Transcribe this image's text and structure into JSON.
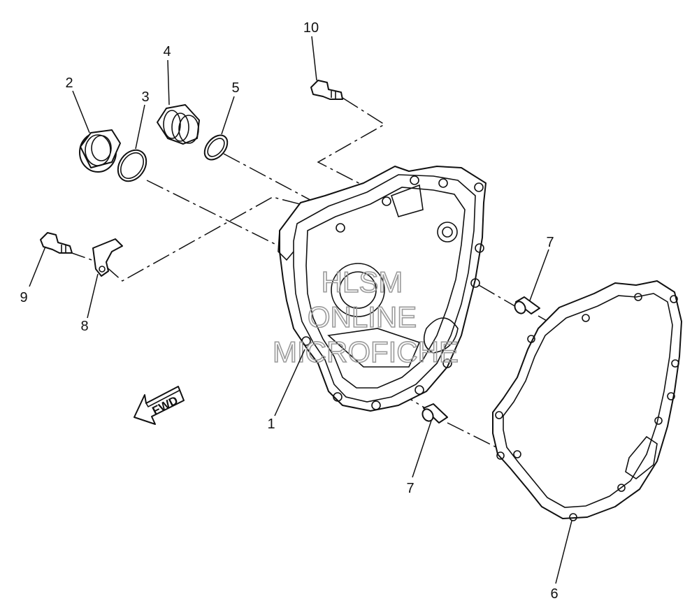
{
  "watermark": {
    "line1": "HLSM",
    "line2": "ONLINE",
    "line3": "MICROFICHE"
  },
  "direction_arrow": {
    "label": "FWD",
    "icon": "fwd-arrow-icon"
  },
  "callouts": {
    "c1": "1",
    "c2": "2",
    "c3": "3",
    "c4": "4",
    "c5": "5",
    "c6": "6",
    "c7a": "7",
    "c7b": "7",
    "c8": "8",
    "c9": "9",
    "c10": "10"
  },
  "colors": {
    "line": "#111111",
    "watermark": "#9a9a9a",
    "background": "#ffffff"
  }
}
